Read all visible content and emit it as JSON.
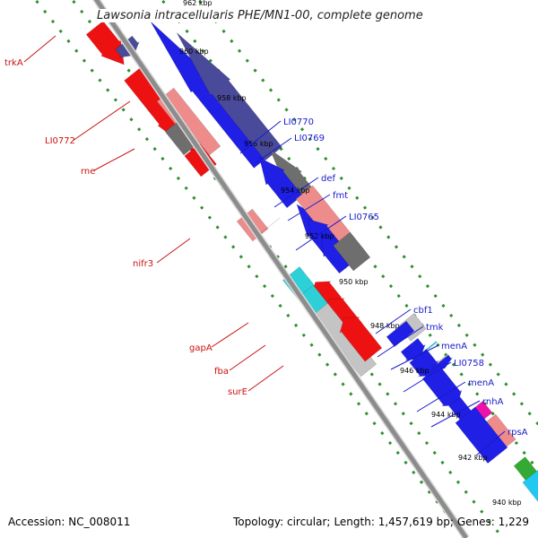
{
  "title": "Lawsonia intracellularis PHE/MN1-00, complete genome",
  "footer": {
    "accession": "Accession: NC_008011",
    "topology": "Topology: circular;",
    "length": "Length: 1,457,619 bp;",
    "genes": "Genes: 1,229"
  },
  "colors": {
    "backbone": "#8c8c8c",
    "dots": "#2f8f2f",
    "forward_label": "#1a1acc",
    "reverse_label": "#cc1111",
    "blue": "#1f1fe6",
    "navy": "#4a4a9a",
    "red": "#ee1111",
    "pink": "#ee8c8c",
    "gray": "#6e6e6e",
    "lightgray": "#c4c4c4",
    "cyan": "#2ed0d8",
    "skyblue": "#22c8f0",
    "magenta": "#ee11aa",
    "green": "#33aa33"
  },
  "ticks": [
    "962 kbp",
    "960 kbp",
    "958 kbp",
    "956 kbp",
    "954 kbp",
    "952 kbp",
    "950 kbp",
    "948 kbp",
    "946 kbp",
    "944 kbp",
    "942 kbp",
    "940 kbp"
  ],
  "genes": [
    {
      "name": "trkA",
      "strand": "reverse",
      "color": "red",
      "icon": "arrow"
    },
    {
      "name": "",
      "strand": "reverse",
      "color": "navy",
      "icon": "arrow"
    },
    {
      "name": "",
      "strand": "forward",
      "color": "blue",
      "icon": "arrow"
    },
    {
      "name": "",
      "strand": "forward",
      "color": "navy",
      "icon": "arrow"
    },
    {
      "name": "LI0772",
      "strand": "reverse",
      "color": "red",
      "icon": "arrow"
    },
    {
      "name": "rne",
      "strand": "reverse",
      "color": "pink",
      "icon": "box"
    },
    {
      "name": "",
      "strand": "reverse",
      "color": "gray",
      "icon": "box"
    },
    {
      "name": "",
      "strand": "reverse",
      "color": "red",
      "icon": "box"
    },
    {
      "name": "LI0770",
      "strand": "forward",
      "color": "gray",
      "icon": "arrow"
    },
    {
      "name": "LI0769",
      "strand": "forward",
      "color": "blue",
      "icon": "arrow"
    },
    {
      "name": "",
      "strand": "forward",
      "color": "blue",
      "icon": "arrow"
    },
    {
      "name": "def",
      "strand": "forward",
      "color": "pink",
      "icon": "box"
    },
    {
      "name": "fmt",
      "strand": "forward",
      "color": "blue",
      "icon": "arrow"
    },
    {
      "name": "",
      "strand": "forward",
      "color": "blue",
      "icon": "arrow"
    },
    {
      "name": "LI0765",
      "strand": "forward",
      "color": "gray",
      "icon": "box"
    },
    {
      "name": "nifr3",
      "strand": "reverse",
      "color": "pink",
      "icon": "box"
    },
    {
      "name": "",
      "strand": "reverse",
      "color": "red",
      "icon": "arrow"
    },
    {
      "name": "gapA",
      "strand": "reverse",
      "color": "cyan",
      "icon": "box"
    },
    {
      "name": "",
      "strand": "reverse",
      "color": "red",
      "icon": "arrow"
    },
    {
      "name": "fba",
      "strand": "reverse",
      "color": "cyan",
      "icon": "box"
    },
    {
      "name": "",
      "strand": "reverse",
      "color": "red",
      "icon": "arrow"
    },
    {
      "name": "surE",
      "strand": "reverse",
      "color": "lightgray",
      "icon": "box"
    },
    {
      "name": "",
      "strand": "reverse",
      "color": "red",
      "icon": "arrow"
    },
    {
      "name": "cbf1",
      "strand": "forward",
      "color": "lightgray",
      "icon": "box"
    },
    {
      "name": "tmk",
      "strand": "forward",
      "color": "skyblue",
      "icon": "box"
    },
    {
      "name": "",
      "strand": "forward",
      "color": "blue",
      "icon": "box"
    },
    {
      "name": "menA",
      "strand": "forward",
      "color": "blue",
      "icon": "arrow"
    },
    {
      "name": "LI0758",
      "strand": "forward",
      "color": "lightgray",
      "icon": "box"
    },
    {
      "name": "",
      "strand": "forward",
      "color": "blue",
      "icon": "arrow"
    },
    {
      "name": "menA",
      "strand": "forward",
      "color": "blue",
      "icon": "arrow"
    },
    {
      "name": "",
      "strand": "forward",
      "color": "blue",
      "icon": "arrow"
    },
    {
      "name": "rnhA",
      "strand": "forward",
      "color": "magenta",
      "icon": "box"
    },
    {
      "name": "",
      "strand": "forward",
      "color": "blue",
      "icon": "arrow"
    },
    {
      "name": "rpsA",
      "strand": "forward",
      "color": "pink",
      "icon": "box"
    },
    {
      "name": "",
      "strand": "forward",
      "color": "blue",
      "icon": "box"
    },
    {
      "name": "",
      "strand": "forward",
      "color": "green",
      "icon": "arrow"
    },
    {
      "name": "",
      "strand": "forward",
      "color": "skyblue",
      "icon": "box"
    }
  ]
}
